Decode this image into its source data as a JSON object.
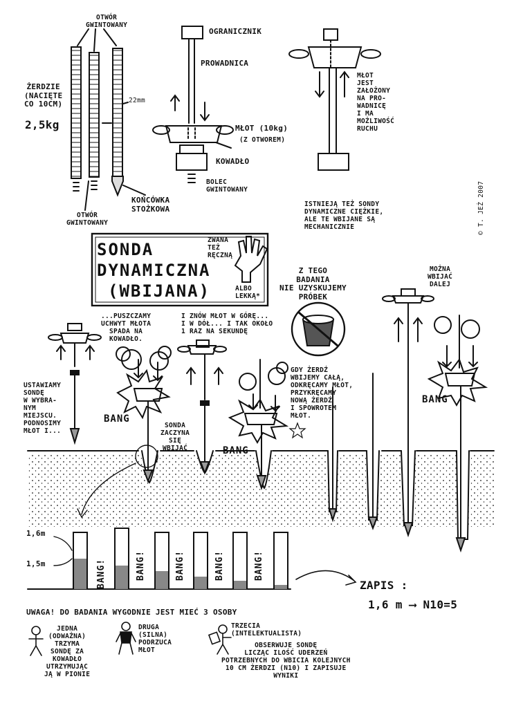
{
  "labels": {
    "gwint_top": "OTWÓR\nGWINTOWANY",
    "zerdzie": "ŻERDZIE\n(NACIĘTE\nCO 10cm)",
    "weight_rods": "2,5kg",
    "diameter": "22mm",
    "gwint_bottom": "OTWÓR\nGWINTOWANY",
    "koncowka": "KOŃCÓWKA\nSTOŻKOWA",
    "ogranicznik": "OGRANICZNIK",
    "prowadnica": "PROWADNICA",
    "mlot": "MŁOT (10kg)",
    "z_otworem": "(Z OTWOREM)",
    "kowadlo": "KOWADŁO",
    "bolec": "BOLEC\nGWINTOWANY",
    "mlot_zalozony": "MŁOT\nJEST\nZAŁOŻONY\nNA PRO-\nWADNICĘ\nI MA\nMOŻLIWOŚĆ\nRUCHU",
    "istnieja": "ISTNIEJĄ TEŻ SONDY\nDYNAMICZNE CIĘŻKIE,\nALE TE WBIJANE SĄ\nMECHANICZNIE",
    "copyright": "© T. JEŻ 2007",
    "title_line1": "SONDA",
    "title_line2": "DYNAMICZNA",
    "title_line3": "(WBIJANA)",
    "zwana": "ZWANA\nTEŻ\nRĘCZNĄ",
    "albo": "ALBO\nLEKKĄ*",
    "z_tego": "Z TEGO\nBADANIA\nNIE UZYSKUJEMY\nPRÓBEK",
    "mozna": "MOŻNA\nWBIJAĆ\nDALEJ",
    "puszczamy": "...PUSZCZAMY\nUCHWYT MŁOTA\nSPADA NA\nKOWADŁO.",
    "znow": "I ZNÓW MŁOT W GÓRĘ...\nI W DÓŁ... I TAK OKOŁO\n1 RAZ NA SEKUNDĘ",
    "ustawiamy": "USTAWIAMY\nSONDĘ\nW WYBRA-\nNYM\nMIEJSCU.\nPODNOSIMY\nMŁOT I...",
    "sonda_zaczyna": "SONDA\nZACZYNA\nSIĘ\nWBIJAĆ",
    "gdy_zerdz": "GDY ŻERDŹ\nWBIJEMY CAŁĄ,\nODKRĘCAMY MŁOT,\nPRZYKRĘCAMY\nNOWĄ ŻERDŹ\nI SPOWROTEM\nMŁOT.",
    "bang": "BANG",
    "bang_ex": "BANG!",
    "depth_16": "1,6m",
    "depth_15": "1,5m",
    "zapis": "ZAPIS :",
    "zapis_val": "1,6 m ⟶ N10=5",
    "uwaga": "UWAGA! DO BADANIA WYGODNIE JEST MIEĆ 3 OSOBY",
    "p1": "JEDNA\n(ODWAŻNA)\nTRZYMA\nSONDĘ ZA\nKOWADŁO\nUTRZYMUJĄC\nJĄ W PIONIE",
    "p2": "DRUGA\n(SILNA)\nPODRZUCA\nMŁOT",
    "p3_head": "TRZECIA\n(INTELEKTUALISTA)",
    "p3_body": "OBSERWUJE SONDĘ\nLICZĄC ILOŚĆ UDERZEŃ\nPOTRZEBNYCH DO WBICIA KOLEJNYCH\n10 cm ŻERDZI (N10) I ZAPISUJE\nWYNIKI"
  }
}
